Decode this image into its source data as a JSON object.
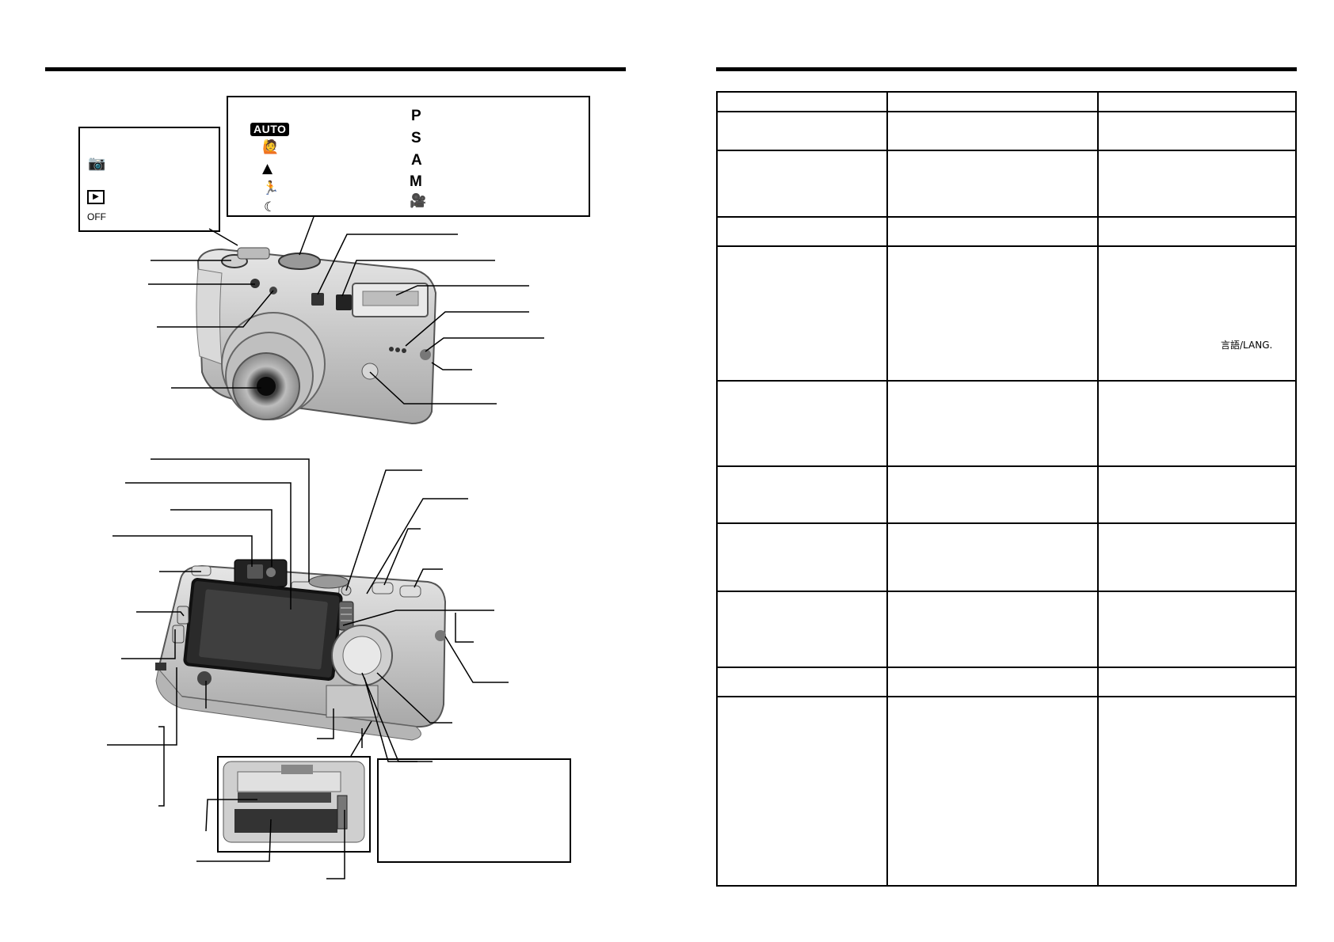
{
  "mode_dial": {
    "scene_modes": [
      {
        "type": "badge",
        "text": "AUTO"
      },
      {
        "type": "icon",
        "icon": "portrait-icon"
      },
      {
        "type": "icon",
        "icon": "landscape-mountain-icon"
      },
      {
        "type": "icon",
        "icon": "sport-runner-icon"
      },
      {
        "type": "icon",
        "icon": "night-scene-moon-icon"
      }
    ],
    "exposure_modes": [
      "P",
      "S",
      "A",
      "M"
    ],
    "movie_icon": "movie-camera-icon"
  },
  "power_switch": {
    "positions": [
      {
        "icon": "camera-icon"
      },
      {
        "icon": "playback-icon"
      }
    ],
    "off_label": "OFF"
  },
  "spec_table": {
    "columns": 3,
    "rows": 10,
    "lang_note": "言語/LANG."
  },
  "icons": {
    "portrait": "🙋",
    "landscape": "▲",
    "sport": "🏃",
    "night": "☾",
    "movie": "🎥",
    "camera": "📷",
    "playback": "▶"
  }
}
